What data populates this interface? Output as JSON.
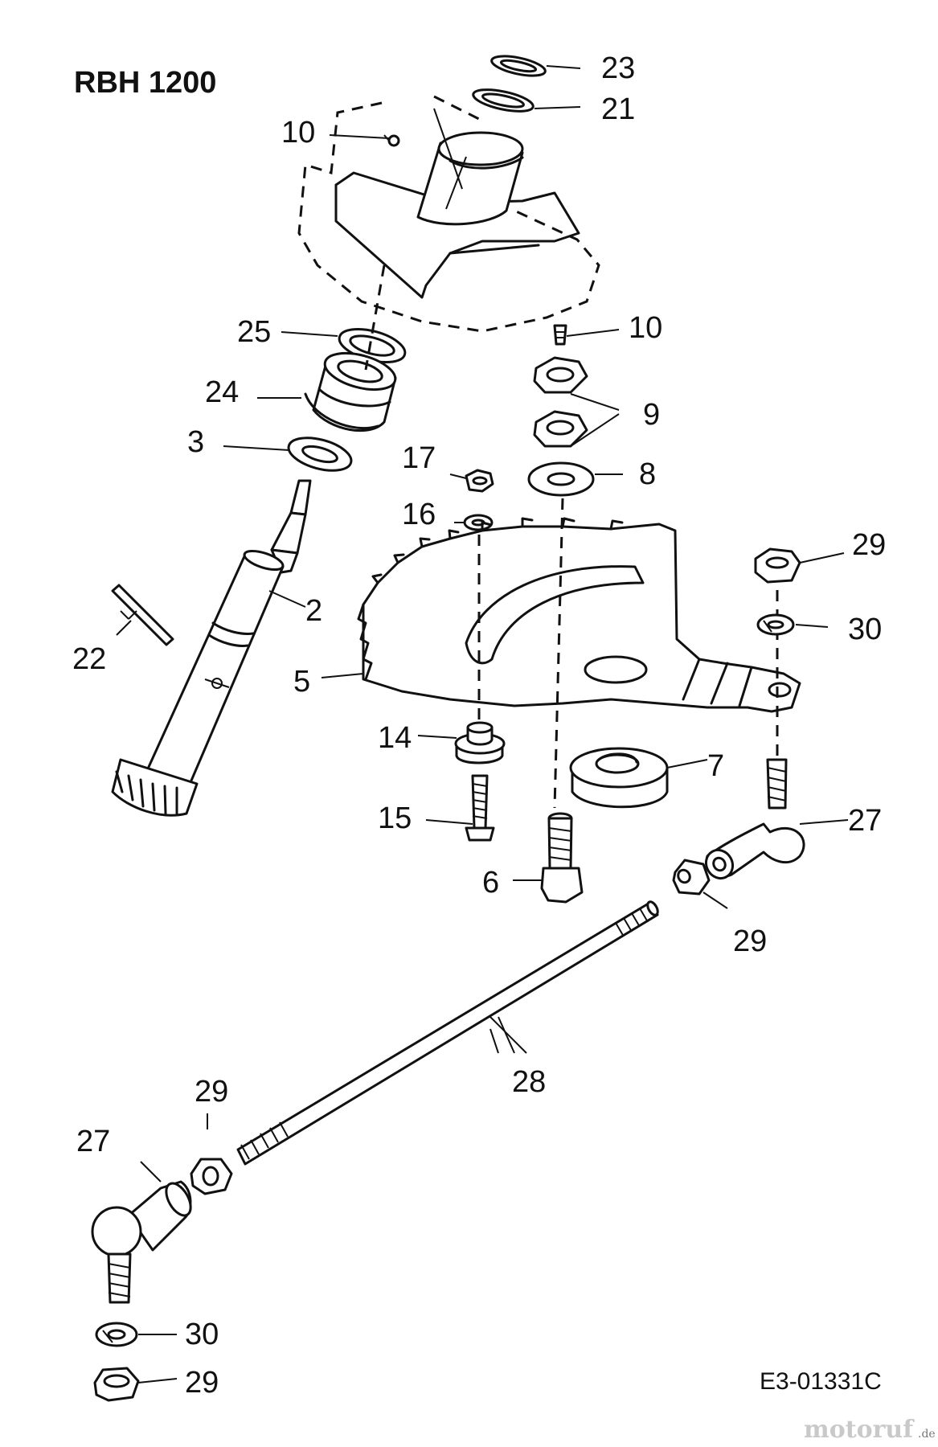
{
  "title": "RBH 1200",
  "drawing_ref": "E3-01331C",
  "watermark": {
    "main": "motoruf",
    "suffix": ".de"
  },
  "callouts": [
    "23",
    "21",
    "10",
    "25",
    "10",
    "24",
    "9",
    "3",
    "17",
    "8",
    "16",
    "29",
    "2",
    "30",
    "22",
    "5",
    "14",
    "7",
    "15",
    "27",
    "6",
    "29",
    "28",
    "29",
    "27",
    "30",
    "29"
  ]
}
